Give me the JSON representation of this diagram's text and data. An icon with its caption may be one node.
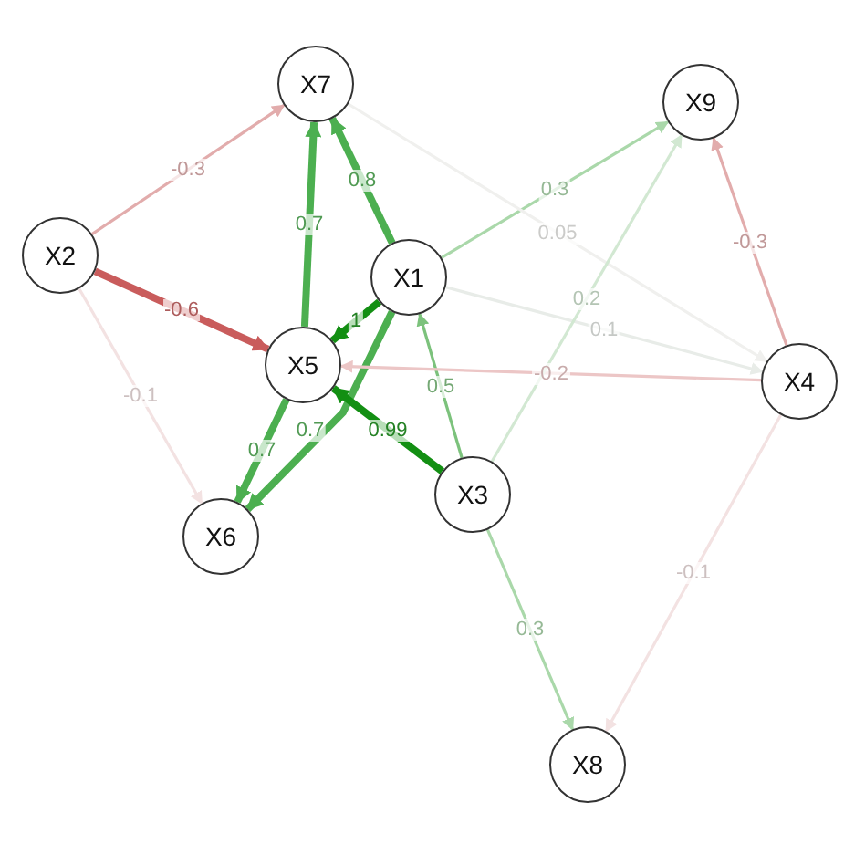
{
  "diagram": {
    "nodes": [
      {
        "text": [
          "X7"
        ]
      },
      {
        "text": [
          "X9"
        ]
      },
      {
        "text": [
          "X2"
        ]
      },
      {
        "text": [
          "X1"
        ]
      },
      {
        "text": [
          "X5"
        ]
      },
      {
        "text": [
          "X4"
        ]
      },
      {
        "text": [
          "X3"
        ]
      },
      {
        "text": [
          "X6"
        ]
      },
      {
        "text": [
          "X8"
        ]
      }
    ],
    "edges": [
      {
        "from": 2,
        "to": 0,
        "arrow": "to",
        "label": "-0.3",
        "color": "#e2acac"
      },
      {
        "from": 2,
        "to": 4,
        "arrow": "to",
        "label": "-0.6",
        "color": "#c95c5c",
        "style": "thick"
      },
      {
        "from": 2,
        "to": 7,
        "arrow": "to",
        "label": "-0.1",
        "color": "#f3e2e2"
      },
      {
        "from": 3,
        "to": 0,
        "arrow": "to",
        "label": "0.8",
        "color": "#4caf50",
        "style": "thick"
      },
      {
        "from": 4,
        "to": 0,
        "arrow": "to",
        "label": "0.7",
        "color": "#4caf50",
        "style": "thick"
      },
      {
        "from": 3,
        "to": 4,
        "arrow": "to",
        "label": "1",
        "color": "#138f13",
        "style": "thick"
      },
      {
        "from": 3,
        "to": 7,
        "arrow": "to",
        "label": "0.7",
        "color": "#4caf50",
        "style": "thick"
      },
      {
        "from": 4,
        "to": 7,
        "arrow": "to",
        "label": "0.7",
        "color": "#4caf50",
        "style": "thick"
      },
      {
        "from": 6,
        "to": 4,
        "arrow": "to",
        "label": "0.99",
        "color": "#138f13",
        "style": "thick"
      },
      {
        "from": 6,
        "to": 3,
        "arrow": "to",
        "label": "0.5",
        "color": "#7cc27c"
      },
      {
        "from": 3,
        "to": 1,
        "arrow": "to",
        "label": "0.3",
        "color": "#aad8aa"
      },
      {
        "from": 0,
        "to": 5,
        "arrow": "to",
        "label": "0.05",
        "color": "#f0f0ee"
      },
      {
        "from": 3,
        "to": 5,
        "arrow": "to",
        "label": "0.1",
        "color": "#e8ece8"
      },
      {
        "from": 5,
        "to": 4,
        "arrow": "to",
        "label": "-0.2",
        "color": "#ecc6c6"
      },
      {
        "from": 6,
        "to": 1,
        "arrow": "to",
        "label": "0.2",
        "color": "#d2e8d2"
      },
      {
        "from": 5,
        "to": 1,
        "arrow": "to",
        "label": "-0.3",
        "color": "#e2acac"
      },
      {
        "from": 6,
        "to": 8,
        "arrow": "to",
        "label": "0.3",
        "color": "#aad8aa"
      },
      {
        "from": 5,
        "to": 8,
        "arrow": "to",
        "label": "-0.1",
        "color": "#f3e2e2"
      }
    ]
  }
}
